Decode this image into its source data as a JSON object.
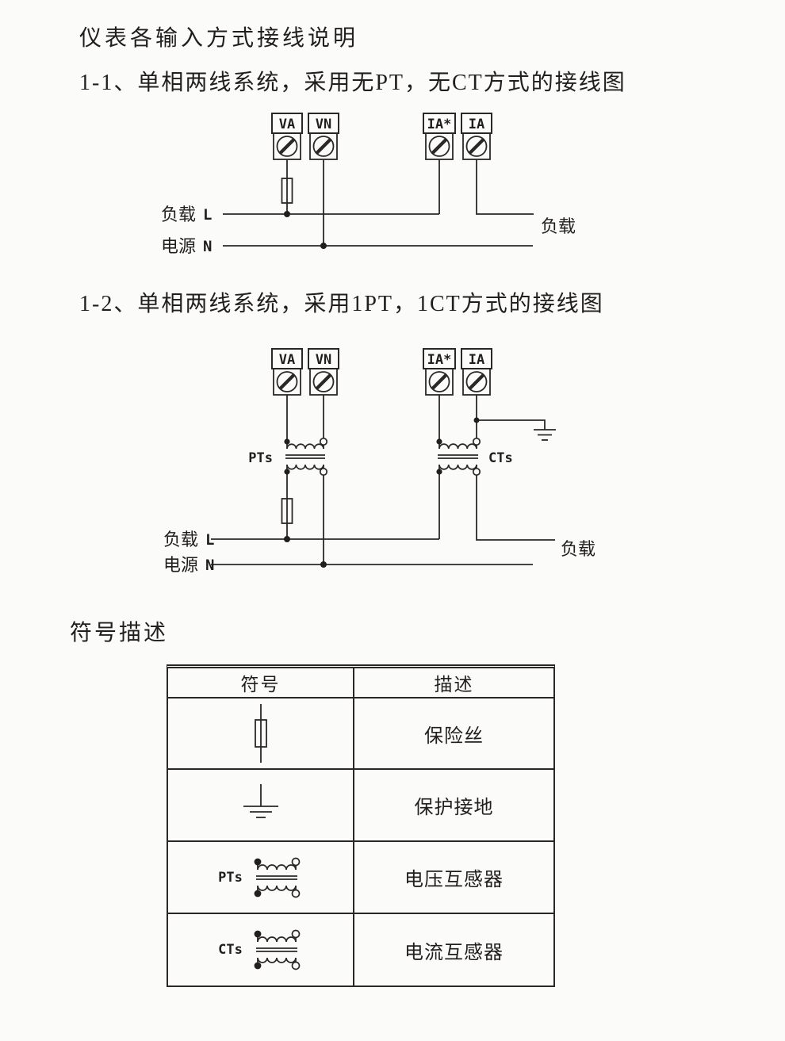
{
  "page": {
    "title": "仪表各输入方式接线说明",
    "ink_color": "#221e1f",
    "bg_color": "#fbfbfa"
  },
  "diagram1": {
    "heading": "1-1、单相两线系统，采用无PT，无CT方式的接线图",
    "terminals": [
      "VA",
      "VN",
      "IA*",
      "IA"
    ],
    "load_label": "负载",
    "source_label": "电源",
    "line_live": "L",
    "line_neutral": "N",
    "right_load_label": "负载"
  },
  "diagram2": {
    "heading": "1-2、单相两线系统，采用1PT，1CT方式的接线图",
    "terminals": [
      "VA",
      "VN",
      "IA*",
      "IA"
    ],
    "pt_label": "PTs",
    "ct_label": "CTs",
    "load_label": "负载",
    "source_label": "电源",
    "line_live": "L",
    "line_neutral": "N",
    "right_load_label": "负载"
  },
  "symbol_table": {
    "heading": "符号描述",
    "headers": [
      "符号",
      "描述"
    ],
    "rows": [
      {
        "name": "fuse",
        "desc": "保险丝"
      },
      {
        "name": "protective-earth",
        "desc": "保护接地"
      },
      {
        "name": "voltage-transformer",
        "label": "PTs",
        "desc": "电压互感器"
      },
      {
        "name": "current-transformer",
        "label": "CTs",
        "desc": "电流互感器"
      }
    ]
  }
}
